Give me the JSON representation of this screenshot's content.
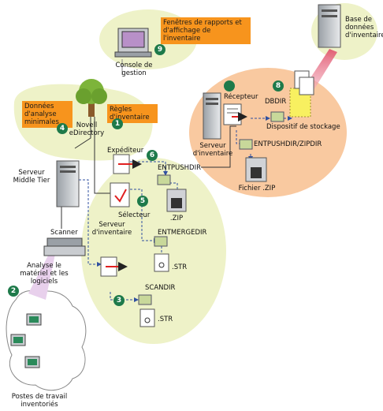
{
  "callouts": {
    "reports": "Fenêtres de rapports et d'affichage de l'inventaire",
    "minimal_scan": "Données d'analyse minimales",
    "policies": "Règles d'inventaire"
  },
  "labels": {
    "mgmt_console": "Console de gestion",
    "database": "Base de données d'inventaire",
    "edirectory": "Novell eDirectory",
    "receiver": "Récepteur",
    "dbdir": "DBDIR",
    "storage_device": "Dispositif de stockage",
    "inv_server_right": "Serveur d'inventaire",
    "entpush_zipdir": "ENTPUSHDIR/ZIPDIR",
    "zip_file": "Fichier .ZIP",
    "middle_tier": "Serveur Middle Tier",
    "sender": "Expéditeur",
    "entpushdir": "ENTPUSHDIR",
    "selector": "Sélecteur",
    "zip": ".ZIP",
    "inv_server_center": "Serveur d'inventaire",
    "entmergedir": "ENTMERGEDIR",
    "str1": ".STR",
    "scanner": "Scanner",
    "scandir": "SCANDIR",
    "str2": ".STR",
    "hw_sw_scan": "Analyse le matériel et les logiciels",
    "workstations": "Postes de travail inventoriés"
  },
  "steps": [
    "1",
    "2",
    "3",
    "4",
    "5",
    "6",
    "8",
    "9"
  ],
  "colors": {
    "green_blob": "#eef2c8",
    "orange_blob": "#f9c9a0",
    "callout": "#f7941d",
    "step_badge": "#1e7a4a",
    "red_arrow": "#e02020",
    "dash_line": "#3050a0"
  }
}
